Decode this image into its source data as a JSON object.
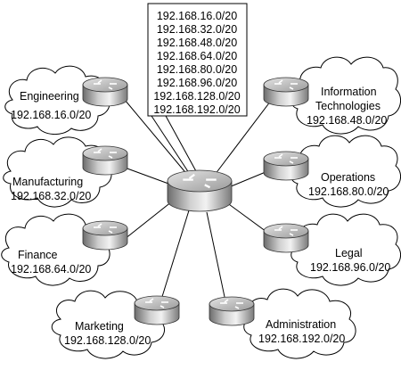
{
  "summary_box": {
    "routes": [
      "192.168.16.0/20",
      "192.168.32.0/20",
      "192.168.48.0/20",
      "192.168.64.0/20",
      "192.168.80.0/20",
      "192.168.96.0/20",
      "192.168.128.0/20",
      "192.168.192.0/20"
    ]
  },
  "departments": [
    {
      "id": "engineering",
      "lines": [
        "Engineering",
        "192.168.16.0/20"
      ]
    },
    {
      "id": "manufacturing",
      "lines": [
        "Manufacturing",
        "192.168.32.0/20"
      ]
    },
    {
      "id": "finance",
      "lines": [
        "Finance",
        "192.168.64.0/20"
      ]
    },
    {
      "id": "marketing",
      "lines": [
        "Marketing",
        "192.168.128.0/20"
      ]
    },
    {
      "id": "administration",
      "lines": [
        "Administration",
        "192.168.192.0/20"
      ]
    },
    {
      "id": "legal",
      "lines": [
        "Legal",
        "192.168.96.0/20"
      ]
    },
    {
      "id": "operations",
      "lines": [
        "Operations",
        "192.168.80.0/20"
      ]
    },
    {
      "id": "information-technologies",
      "lines": [
        "Information",
        "Technologies",
        "192.168.48.0/20"
      ]
    }
  ]
}
